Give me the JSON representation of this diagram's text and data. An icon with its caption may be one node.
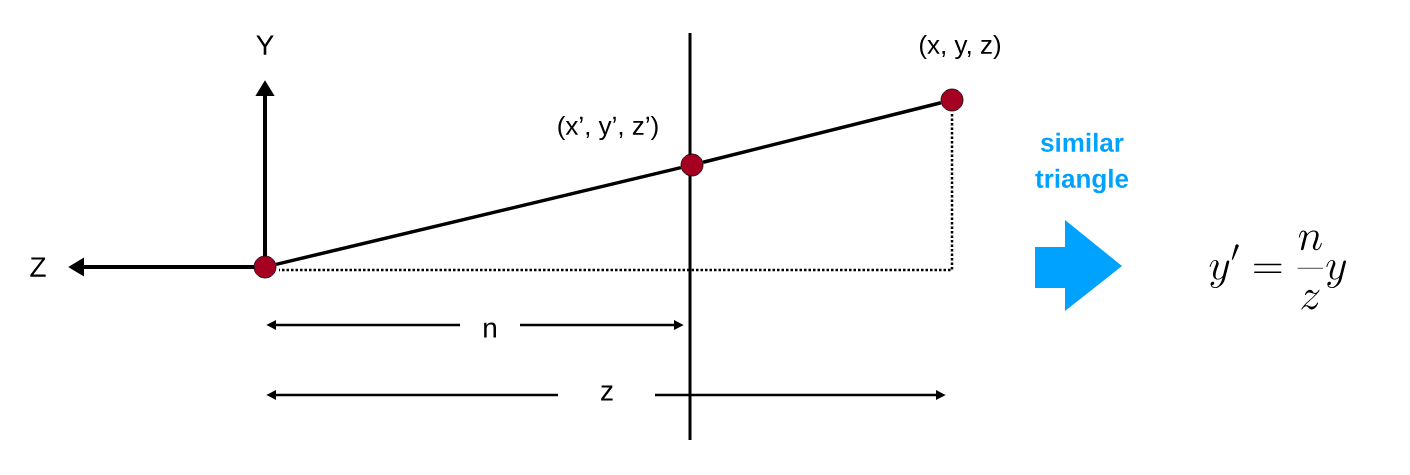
{
  "diagram": {
    "nodes": [
      {
        "text": [],
        "shape": "circle"
      },
      {
        "text": [],
        "shape": "circle",
        "beside": [
          "(x’, y’, z’)"
        ]
      },
      {
        "text": [],
        "shape": "circle",
        "beside": [
          "(x, y, z)"
        ]
      }
    ],
    "edges": [
      {
        "from": 0,
        "to": 1,
        "arrow": "none"
      },
      {
        "from": 1,
        "to": 2,
        "arrow": "none"
      }
    ],
    "labels": [
      "Y",
      "Z",
      "n",
      "z",
      "similar triangle",
      "y' = \\frac{n}{z}y"
    ]
  }
}
